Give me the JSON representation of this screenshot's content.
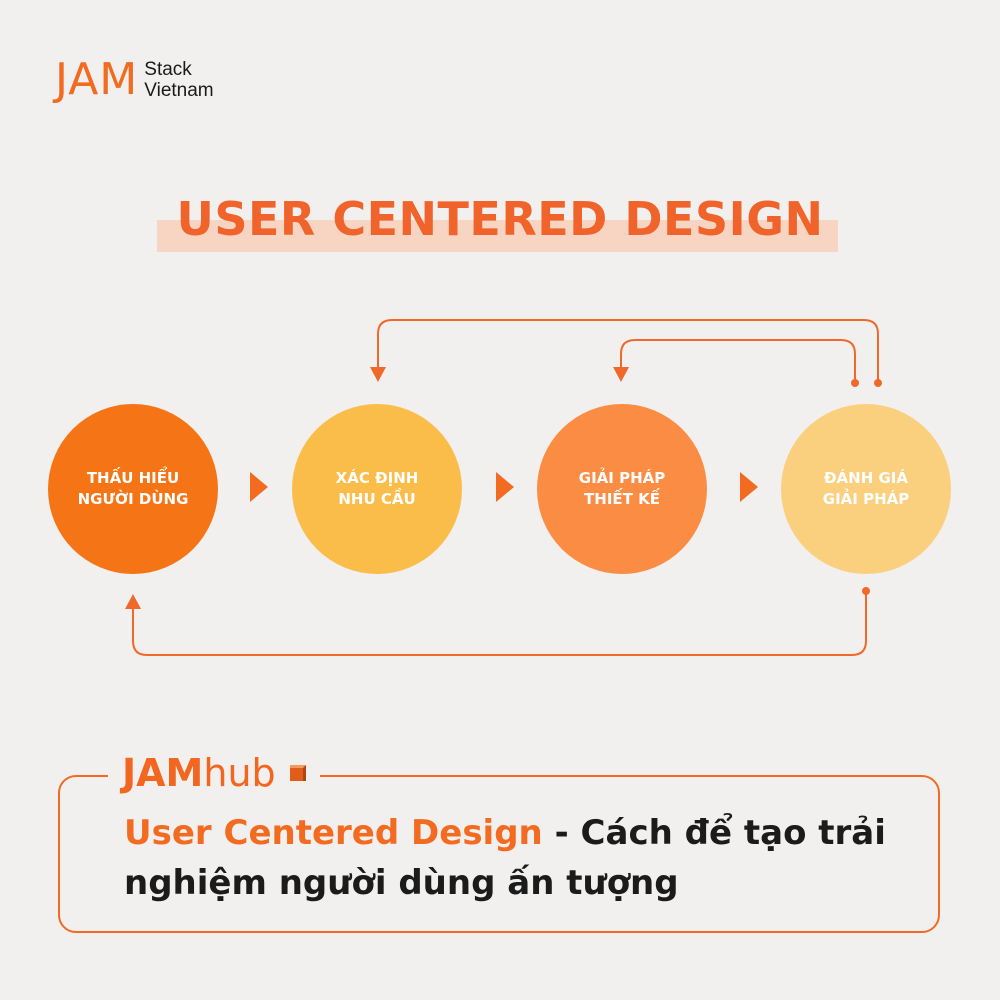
{
  "brand": {
    "logo_main": "JAM",
    "logo_line1": "Stack",
    "logo_line2": "Vietnam",
    "accent_color": "#f26b21"
  },
  "title": "USER CENTERED DESIGN",
  "steps": [
    {
      "line1": "THẤU HIỂU",
      "line2": "NGƯỜI DÙNG",
      "color": "#f57415"
    },
    {
      "line1": "XÁC ĐỊNH",
      "line2": "NHU CẦU",
      "color": "#fbbd49"
    },
    {
      "line1": "GIẢI PHÁP",
      "line2": "THIẾT KẾ",
      "color": "#fb8c43"
    },
    {
      "line1": "ĐÁNH GIÁ",
      "line2": "GIẢI PHÁP",
      "color": "#fad07f"
    }
  ],
  "footer": {
    "hub_bold": "JAM",
    "hub_light": "hub",
    "headline_highlight": "User Centered Design",
    "headline_rest": " - Cách để tạo trải nghiệm người dùng ấn tượng"
  }
}
